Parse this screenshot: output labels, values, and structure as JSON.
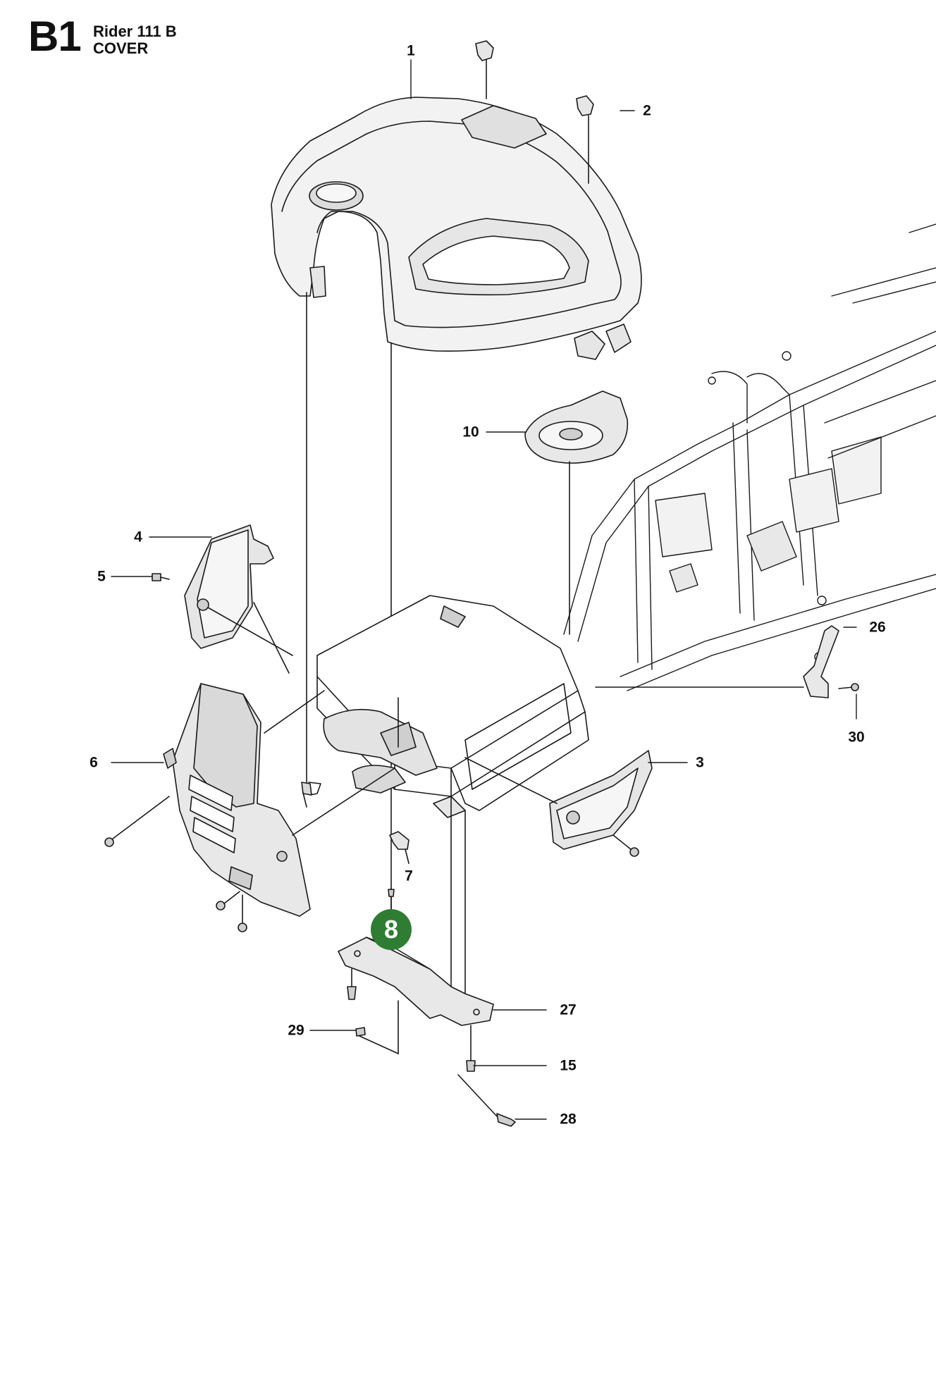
{
  "header": {
    "code": "B1",
    "model": "Rider 111 B",
    "subtitle": "COVER"
  },
  "callouts": [
    {
      "id": "1",
      "label": "1"
    },
    {
      "id": "2",
      "label": "2"
    },
    {
      "id": "10",
      "label": "10"
    },
    {
      "id": "4",
      "label": "4"
    },
    {
      "id": "5",
      "label": "5"
    },
    {
      "id": "26",
      "label": "26"
    },
    {
      "id": "30",
      "label": "30"
    },
    {
      "id": "6",
      "label": "6"
    },
    {
      "id": "3",
      "label": "3"
    },
    {
      "id": "7",
      "label": "7"
    },
    {
      "id": "8",
      "label": "8",
      "highlight": true
    },
    {
      "id": "27",
      "label": "27"
    },
    {
      "id": "29",
      "label": "29"
    },
    {
      "id": "15",
      "label": "15"
    },
    {
      "id": "28",
      "label": "28"
    }
  ],
  "colors": {
    "line": "#1a1a1a",
    "highlight": "#2f7d32",
    "shade": "#d9d9d9"
  }
}
